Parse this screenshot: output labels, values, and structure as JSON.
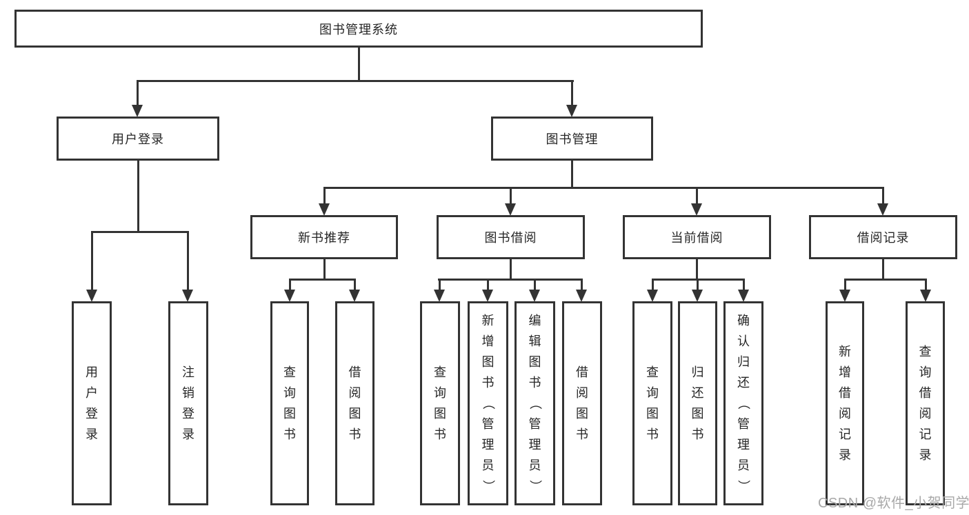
{
  "colors": {
    "line": "#333333",
    "box_border": "#333333",
    "text": "#262626",
    "background": "#ffffff",
    "watermark": "#a8a8a8"
  },
  "nodes": {
    "root": "图书管理系统",
    "user_login": "用户登录",
    "book_mgmt": "图书管理",
    "new_books": "新书推荐",
    "book_borrow": "图书借阅",
    "current_borrow": "当前借阅",
    "borrow_records": "借阅记录",
    "leaf_user_login": "用户登录",
    "leaf_logout": "注销登录",
    "leaf_nb_query": "查询图书",
    "leaf_nb_borrow": "借阅图书",
    "leaf_bb_query": "查询图书",
    "leaf_bb_add": "新增图书（管理员）",
    "leaf_bb_edit": "编辑图书（管理员）",
    "leaf_bb_borrow": "借阅图书",
    "leaf_cb_query": "查询图书",
    "leaf_cb_return": "归还图书",
    "leaf_cb_confirm": "确认归还（管理员）",
    "leaf_br_add": "新增借阅记录",
    "leaf_br_query": "查询借阅记录"
  },
  "structure": [
    {
      "parent": "root",
      "children": [
        "user_login",
        "book_mgmt"
      ]
    },
    {
      "parent": "user_login",
      "children": [
        "leaf_user_login",
        "leaf_logout"
      ]
    },
    {
      "parent": "book_mgmt",
      "children": [
        "new_books",
        "book_borrow",
        "current_borrow",
        "borrow_records"
      ]
    },
    {
      "parent": "new_books",
      "children": [
        "leaf_nb_query",
        "leaf_nb_borrow"
      ]
    },
    {
      "parent": "book_borrow",
      "children": [
        "leaf_bb_query",
        "leaf_bb_add",
        "leaf_bb_edit",
        "leaf_bb_borrow"
      ]
    },
    {
      "parent": "current_borrow",
      "children": [
        "leaf_cb_query",
        "leaf_cb_return",
        "leaf_cb_confirm"
      ]
    },
    {
      "parent": "borrow_records",
      "children": [
        "leaf_br_add",
        "leaf_br_query"
      ]
    }
  ],
  "watermark": "CSDN @软件_小贺同学"
}
